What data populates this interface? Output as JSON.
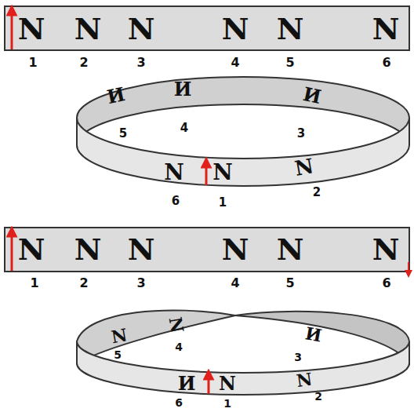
{
  "diagram": {
    "labels": [
      "N",
      "N",
      "N",
      "N",
      "N",
      "N",
      "1",
      "2",
      "3",
      "4",
      "5",
      "6",
      "И",
      "И",
      "И",
      "N",
      "N",
      "N",
      "5",
      "4",
      "3",
      "6",
      "1",
      "2",
      "N",
      "N",
      "N",
      "N",
      "N",
      "N",
      "1",
      "2",
      "3",
      "4",
      "5",
      "6",
      "N",
      "N",
      "И",
      "И",
      "N",
      "N",
      "5",
      "4",
      "3",
      "6",
      "1",
      "2"
    ]
  }
}
